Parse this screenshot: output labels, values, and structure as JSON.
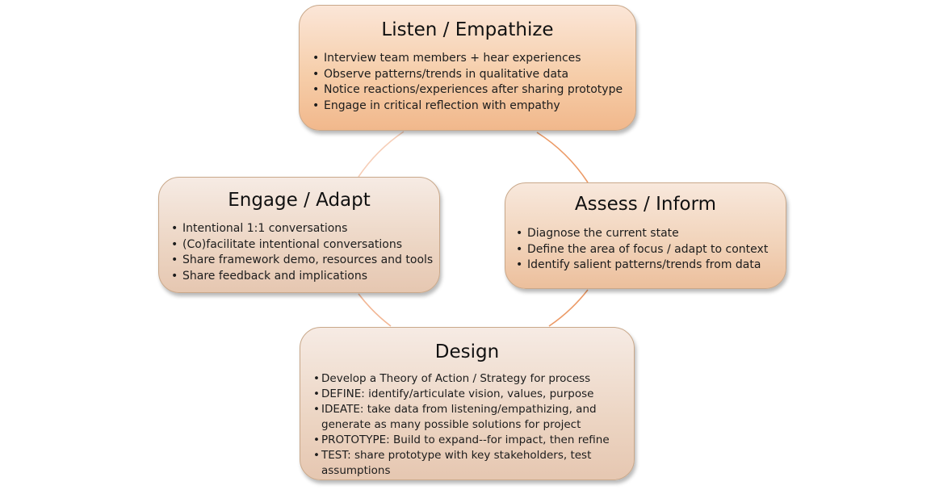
{
  "diagram": {
    "ring_color": "#f0a877",
    "nodes": [
      {
        "id": "listen",
        "title": "Listen / Empathize",
        "bullets": [
          "Interview team members + hear experiences",
          "Observe patterns/trends in qualitative data",
          "Notice reactions/experiences after sharing prototype",
          "Engage in critical reflection with empathy"
        ]
      },
      {
        "id": "assess",
        "title": "Assess / Inform",
        "bullets": [
          "Diagnose the current state",
          "Define the area of focus / adapt to context",
          "Identify salient patterns/trends from data"
        ]
      },
      {
        "id": "design",
        "title": "Design",
        "bullets": [
          "Develop a Theory of Action / Strategy for process",
          "DEFINE: identify/articulate vision, values, purpose",
          "IDEATE: take data from listening/empathizing, and generate as many possible solutions for project",
          "PROTOTYPE: Build to expand--for impact, then refine",
          "TEST: share prototype with key stakeholders, test assumptions"
        ]
      },
      {
        "id": "engage",
        "title": "Engage / Adapt",
        "bullets": [
          "Intentional 1:1 conversations",
          "(Co)facilitate intentional conversations",
          "Share framework demo, resources and tools",
          "Share feedback and implications"
        ]
      }
    ]
  }
}
